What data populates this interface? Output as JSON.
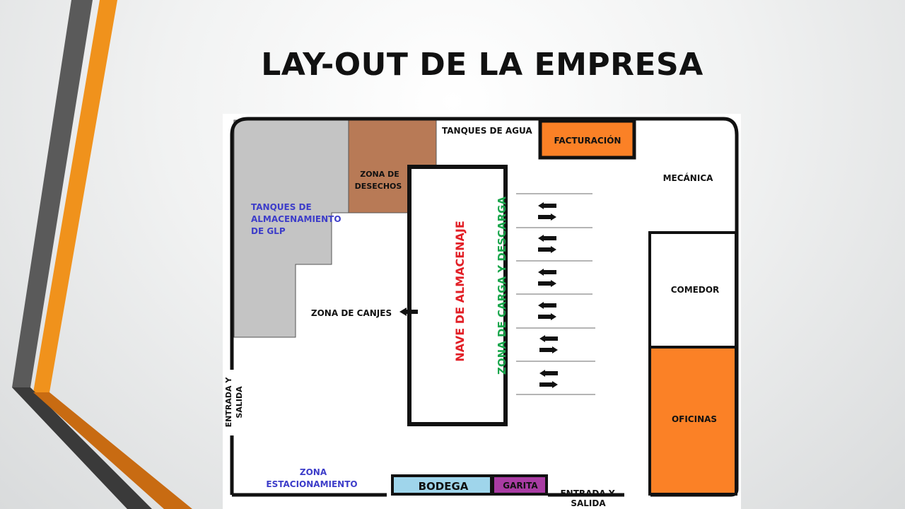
{
  "slide": {
    "title": "LAY-OUT DE LA EMPRESA"
  },
  "colors": {
    "accent_orange": "#f0921c",
    "accent_gray": "#5a5a5a",
    "storage_gray": "#c4c4c4",
    "waste_brown": "#b87a56",
    "office_orange": "#fb8126",
    "bodega_blue": "#9fd5eb",
    "garita_purple": "#a93ca3",
    "label_blue": "#3d3dc9",
    "label_red": "#e21f26",
    "label_green": "#1aa64c"
  },
  "layout_labels": {
    "tanques_agua": "TANQUES DE AGUA",
    "facturacion": "FACTURACIÓN",
    "mecanica": "MECÁNICA",
    "zona_desechos_1": "ZONA DE",
    "zona_desechos_2": "DESECHOS",
    "tanques_glp_1": "TANQUES DE",
    "tanques_glp_2": "ALMACENAMIENTO",
    "tanques_glp_3": "DE GLP",
    "nave": "NAVE DE ALMACENAJE",
    "zona_carga": "ZONA DE CARGA Y DESCARGA",
    "zona_canjes": "ZONA DE CANJES",
    "comedor": "COMEDOR",
    "oficinas": "OFICINAS",
    "entrada_lateral_1": "ENTRADA Y",
    "entrada_lateral_2": "SALIDA",
    "zona_estacionamiento_1": "ZONA",
    "zona_estacionamiento_2": "ESTACIONAMIENTO",
    "bodega": "BODEGA",
    "garita": "GARITA",
    "entrada_inferior_1": "ENTRADA Y",
    "entrada_inferior_2": "SALIDA"
  }
}
